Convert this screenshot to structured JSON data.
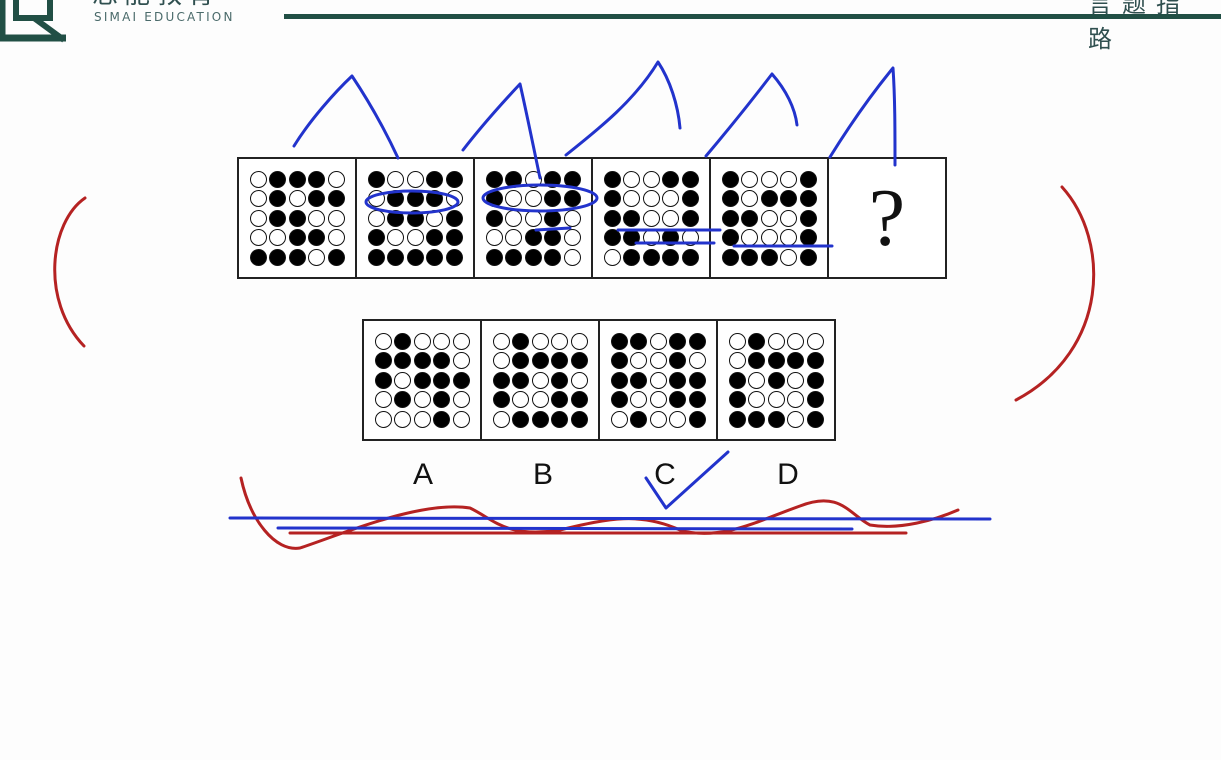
{
  "header": {
    "logo_cn": "思能教育",
    "logo_en": "SIMAI EDUCATION",
    "right_text": "言题指路",
    "rule_color": "#214f45"
  },
  "question": {
    "panels": [
      {
        "grid": [
          [
            0,
            1,
            1,
            1,
            0
          ],
          [
            0,
            1,
            0,
            1,
            1
          ],
          [
            0,
            1,
            1,
            0,
            0
          ],
          [
            0,
            0,
            1,
            1,
            0
          ],
          [
            1,
            1,
            1,
            0,
            1
          ]
        ]
      },
      {
        "grid": [
          [
            1,
            0,
            0,
            1,
            1
          ],
          [
            0,
            1,
            1,
            1,
            0
          ],
          [
            0,
            1,
            1,
            0,
            1
          ],
          [
            1,
            0,
            0,
            1,
            1
          ],
          [
            1,
            1,
            1,
            1,
            1
          ]
        ]
      },
      {
        "grid": [
          [
            1,
            1,
            0,
            1,
            1
          ],
          [
            1,
            0,
            0,
            1,
            1
          ],
          [
            1,
            0,
            0,
            1,
            0
          ],
          [
            0,
            0,
            1,
            1,
            0
          ],
          [
            1,
            1,
            1,
            1,
            0
          ]
        ]
      },
      {
        "grid": [
          [
            1,
            0,
            0,
            1,
            1
          ],
          [
            1,
            0,
            0,
            0,
            1
          ],
          [
            1,
            1,
            0,
            0,
            1
          ],
          [
            1,
            1,
            0,
            1,
            0
          ],
          [
            0,
            1,
            1,
            1,
            1
          ]
        ]
      },
      {
        "grid": [
          [
            1,
            0,
            0,
            0,
            1
          ],
          [
            1,
            0,
            1,
            1,
            1
          ],
          [
            1,
            1,
            0,
            0,
            1
          ],
          [
            1,
            0,
            0,
            0,
            1
          ],
          [
            1,
            1,
            1,
            0,
            1
          ]
        ]
      }
    ],
    "unknown_symbol": "?"
  },
  "options": [
    {
      "label": "A",
      "grid": [
        [
          0,
          1,
          0,
          0,
          0
        ],
        [
          1,
          1,
          1,
          1,
          0
        ],
        [
          1,
          0,
          1,
          1,
          1
        ],
        [
          0,
          1,
          0,
          1,
          0
        ],
        [
          0,
          0,
          0,
          1,
          0
        ]
      ]
    },
    {
      "label": "B",
      "grid": [
        [
          0,
          1,
          0,
          0,
          0
        ],
        [
          0,
          1,
          1,
          1,
          1
        ],
        [
          1,
          1,
          0,
          1,
          0
        ],
        [
          1,
          0,
          0,
          1,
          1
        ],
        [
          0,
          1,
          1,
          1,
          1
        ]
      ]
    },
    {
      "label": "C",
      "grid": [
        [
          1,
          1,
          0,
          1,
          1
        ],
        [
          1,
          0,
          0,
          1,
          0
        ],
        [
          1,
          1,
          0,
          1,
          1
        ],
        [
          1,
          0,
          0,
          1,
          1
        ],
        [
          0,
          1,
          0,
          0,
          1
        ]
      ]
    },
    {
      "label": "D",
      "grid": [
        [
          0,
          1,
          0,
          0,
          0
        ],
        [
          0,
          1,
          1,
          1,
          1
        ],
        [
          1,
          0,
          1,
          0,
          1
        ],
        [
          1,
          0,
          0,
          0,
          1
        ],
        [
          1,
          1,
          1,
          0,
          1
        ]
      ]
    }
  ],
  "annotation_colors": {
    "blue": "#2233cc",
    "red": "#b52222"
  }
}
